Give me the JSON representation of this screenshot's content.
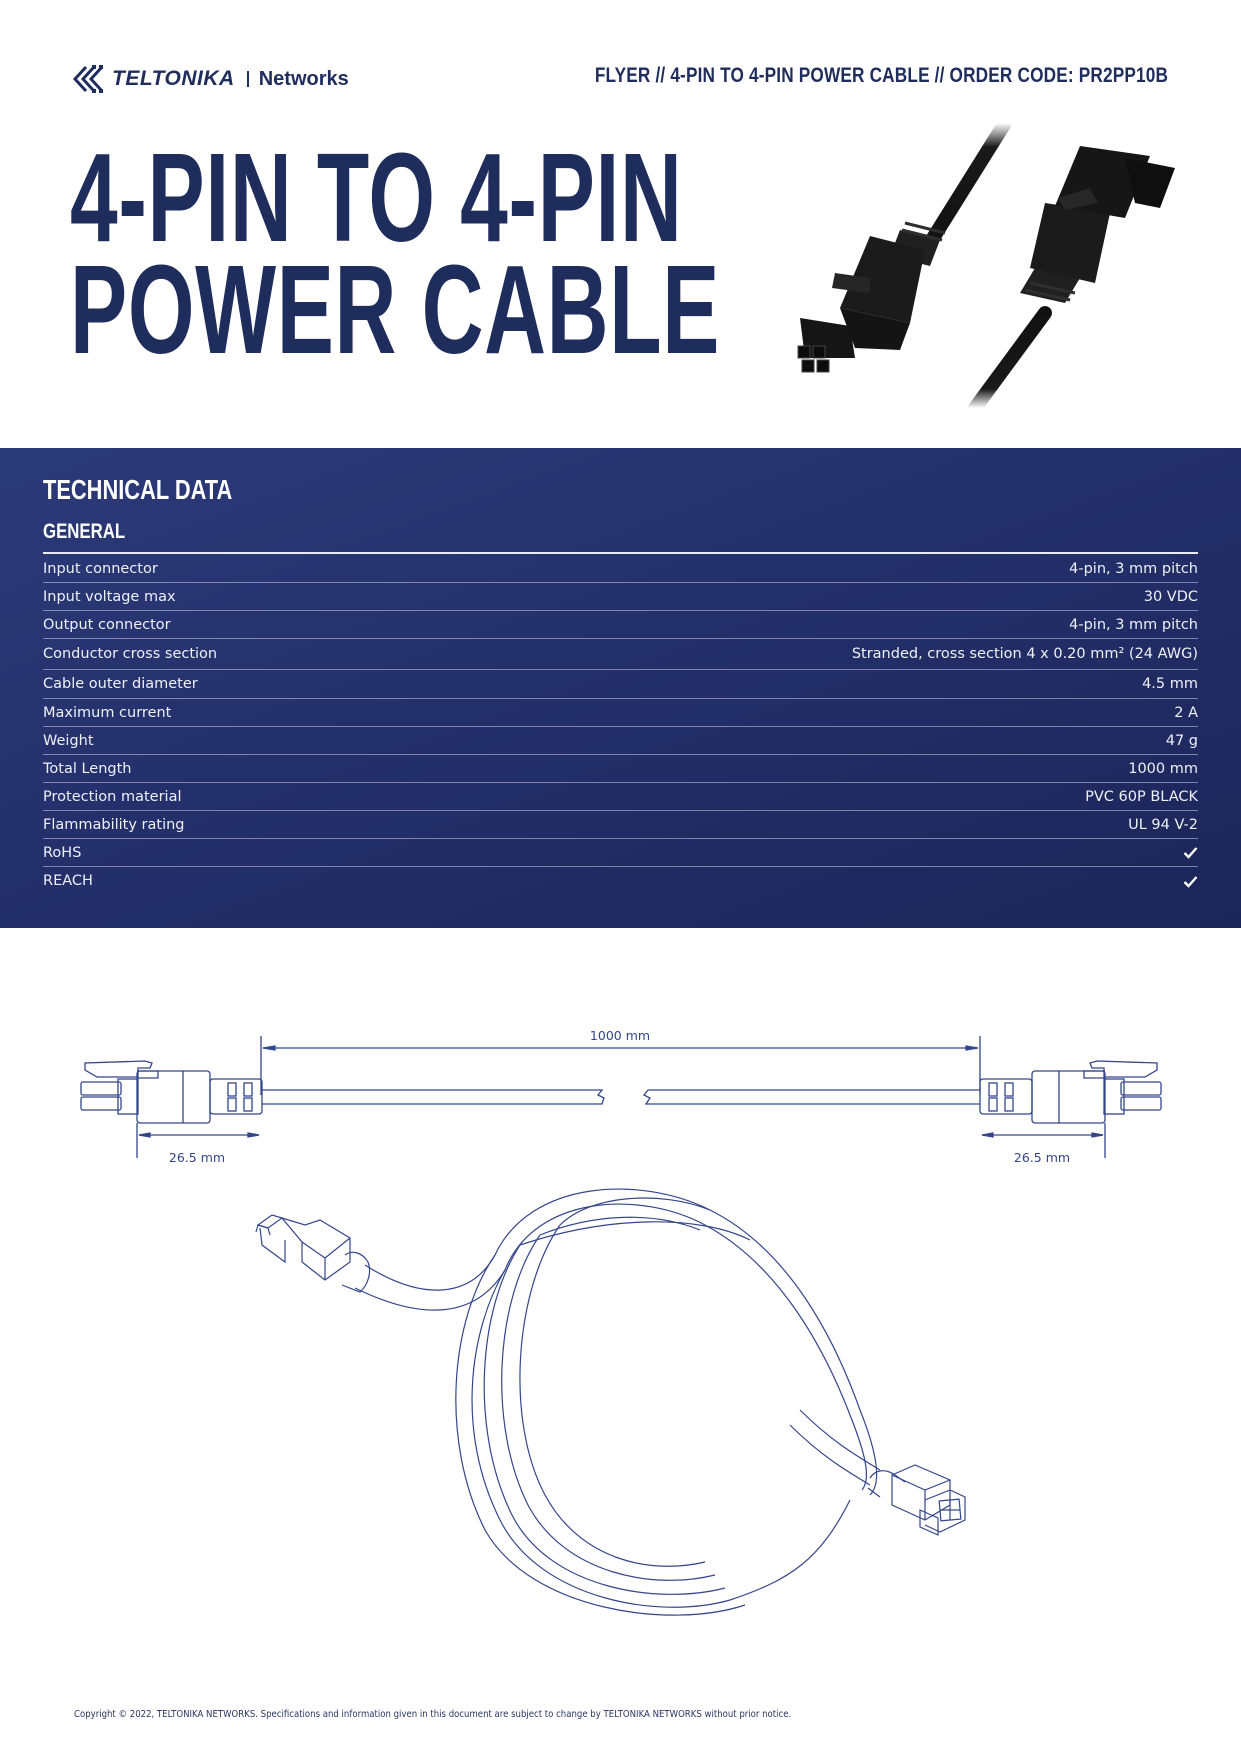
{
  "header": {
    "logo": {
      "brand": "TELTONIKA",
      "division": "Networks"
    },
    "doc_label": "FLYER // 4-PIN TO 4-PIN POWER CABLE // ORDER CODE: PR2PP10B"
  },
  "hero": {
    "title_line1": "4-PIN TO 4-PIN",
    "title_line2": "POWER CABLE",
    "image": "product-photo-two-black-4-pin-connectors"
  },
  "technical_data": {
    "title": "TECHNICAL DATA",
    "section": "GENERAL",
    "rows": [
      {
        "label": "Input connector",
        "value": "4-pin, 3 mm pitch"
      },
      {
        "label": "Input voltage max",
        "value": "30 VDC"
      },
      {
        "label": "Output connector",
        "value": "4-pin, 3 mm pitch"
      },
      {
        "label": "Conductor cross section",
        "value": "Stranded, cross section 4 x 0.20 mm² (24 AWG)"
      },
      {
        "label": "Cable outer diameter",
        "value": "4.5 mm"
      },
      {
        "label": "Maximum current",
        "value": "2 A"
      },
      {
        "label": "Weight",
        "value": "47 g"
      },
      {
        "label": "Total Length",
        "value": "1000 mm"
      },
      {
        "label": "Protection material",
        "value": "PVC 60P BLACK"
      },
      {
        "label": "Flammability rating",
        "value": "UL 94 V-2"
      },
      {
        "label": "RoHS",
        "value": "✓",
        "icon": "check-icon"
      },
      {
        "label": "REACH",
        "value": "✓",
        "icon": "check-icon"
      }
    ]
  },
  "drawing": {
    "total_length_label": "1000 mm",
    "left_connector_label": "26.5 mm",
    "right_connector_label": "26.5 mm",
    "line_color": "#34468a"
  },
  "footer": {
    "copyright": "Copyright © 2022, TELTONIKA NETWORKS. Specifications and information given in this document are subject to change by TELTONIKA NETWORKS without prior notice."
  },
  "colors": {
    "brand_navy": "#1f2d5c",
    "panel_bg": "#24306b",
    "drawing_line": "#34468a"
  }
}
